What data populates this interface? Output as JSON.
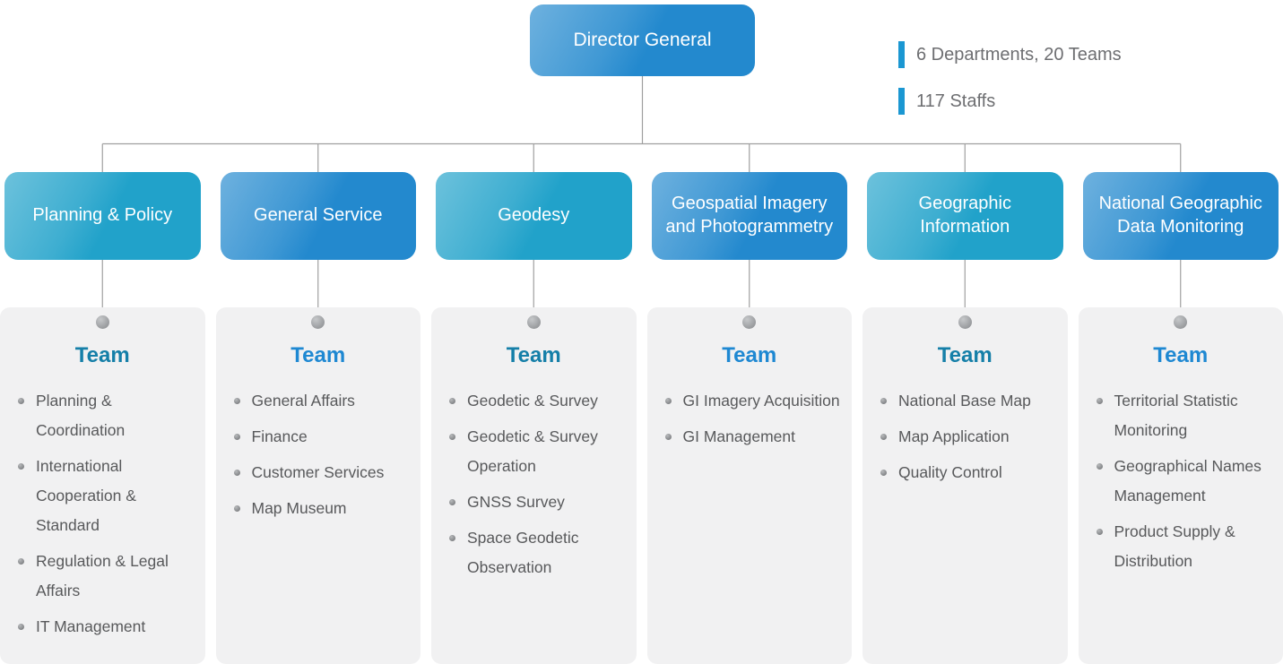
{
  "root": {
    "title": "Director General"
  },
  "legend": {
    "items": [
      {
        "text": "6 Departments, 20 Teams"
      },
      {
        "text": "117 Staffs"
      }
    ]
  },
  "labels": {
    "team_heading": "Team"
  },
  "colors": {
    "department_blue": "#2389ce",
    "department_teal": "#21a2ca",
    "card_background": "#f1f1f2",
    "connector_line": "#9f9f9f",
    "team_heading_teal": "#157fa8",
    "team_heading_blue": "#1e88d2",
    "body_text": "#58595b",
    "legend_text": "#6d6e71",
    "legend_bar": "#1b97d2"
  },
  "departments": [
    {
      "name": "Planning & Policy",
      "theme": "teal",
      "teams": [
        "Planning & Coordination",
        "International Cooperation & Standard",
        "Regulation & Legal Affairs",
        "IT Management"
      ]
    },
    {
      "name": "General Service",
      "theme": "blue",
      "teams": [
        "General Affairs",
        "Finance",
        "Customer Services",
        "Map Museum"
      ]
    },
    {
      "name": "Geodesy",
      "theme": "teal",
      "teams": [
        "Geodetic & Survey",
        "Geodetic & Survey Operation",
        "GNSS Survey",
        "Space Geodetic Observation"
      ]
    },
    {
      "name": "Geospatial Imagery and Photogrammetry",
      "theme": "blue",
      "teams": [
        "GI Imagery Acquisition",
        "GI Management"
      ]
    },
    {
      "name": "Geographic Information",
      "theme": "teal",
      "teams": [
        "National Base Map",
        "Map Application",
        "Quality Control"
      ]
    },
    {
      "name": "National Geographic Data Monitoring",
      "theme": "blue",
      "teams": [
        "Territorial Statistic Monitoring",
        "Geographical Names Management",
        "Product Supply & Distribution"
      ]
    }
  ]
}
